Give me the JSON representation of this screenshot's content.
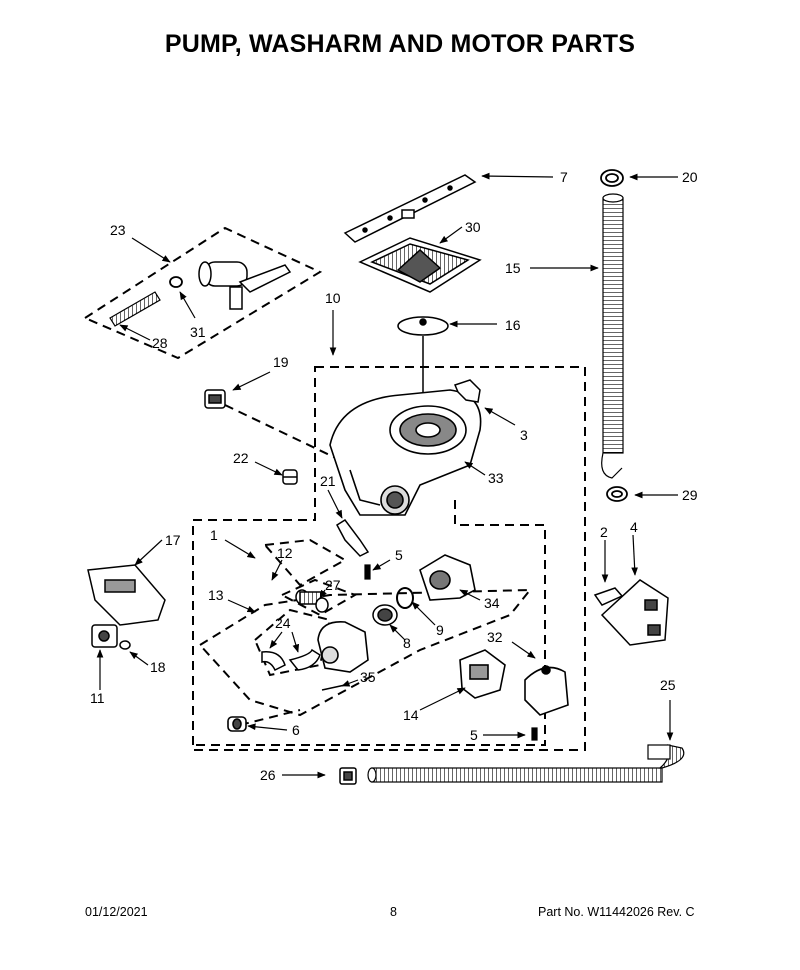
{
  "page": {
    "title": "PUMP, WASHARM AND MOTOR PARTS"
  },
  "callouts": {
    "c1": "1",
    "c2": "2",
    "c3": "3",
    "c4": "4",
    "c5a": "5",
    "c5b": "5",
    "c6": "6",
    "c7": "7",
    "c8": "8",
    "c9": "9",
    "c10": "10",
    "c11": "11",
    "c12": "12",
    "c13": "13",
    "c14": "14",
    "c15": "15",
    "c16": "16",
    "c17": "17",
    "c18": "18",
    "c19": "19",
    "c20": "20",
    "c21": "21",
    "c22": "22",
    "c23": "23",
    "c24": "24",
    "c25": "25",
    "c26": "26",
    "c27": "27",
    "c28": "28",
    "c29": "29",
    "c30": "30",
    "c31": "31",
    "c32": "32",
    "c33": "33",
    "c34": "34",
    "c35": "35"
  },
  "footer": {
    "date": "01/12/2021",
    "page_number": "8",
    "part_number": "Part No.  W11442026  Rev.  C"
  }
}
